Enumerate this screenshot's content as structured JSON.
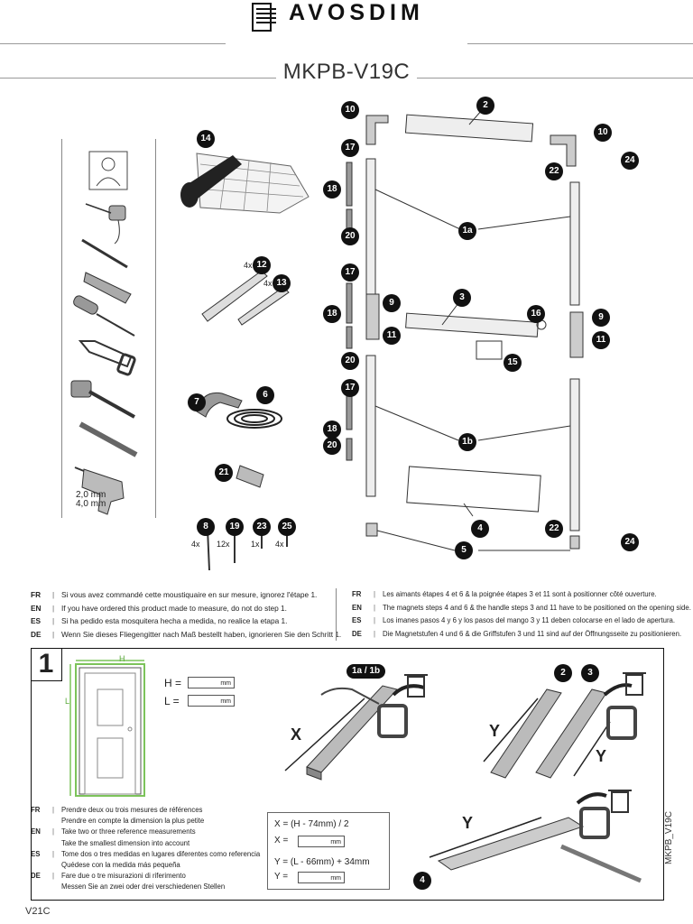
{
  "header": {
    "brand": "AVOSDIM",
    "model": "MKPB-V19C"
  },
  "parts": {
    "p1a": "1a",
    "p1b": "1b",
    "p2": "2",
    "p3": "3",
    "p4": "4",
    "p5": "5",
    "p6": "6",
    "p7": "7",
    "p8": "8",
    "p9": "9",
    "p10": "10",
    "p11": "11",
    "p12": "12",
    "p13": "13",
    "p14": "14",
    "p15": "15",
    "p16": "16",
    "p17": "17",
    "p18": "18",
    "p19": "19",
    "p20": "20",
    "p21": "21",
    "p22": "22",
    "p23": "23",
    "p24": "24",
    "p25": "25"
  },
  "quantities": {
    "q12": "4x",
    "q13": "4x",
    "q8": "4x",
    "q19": "12x",
    "q23": "1x",
    "q25": "4x"
  },
  "drill": {
    "size1": "2,0 mm",
    "size2": "4,0 mm"
  },
  "notes_left": [
    {
      "lang": "FR",
      "text": "Si vous avez commandé cette moustiquaire en sur mesure, ignorez l'étape 1."
    },
    {
      "lang": "EN",
      "text": "If you have ordered this product made to measure, do not do step 1."
    },
    {
      "lang": "ES",
      "text": "Si ha pedido esta mosquitera hecha a medida, no realice la etapa 1."
    },
    {
      "lang": "DE",
      "text": "Wenn Sie dieses Fliegengitter nach Maß bestellt haben, ignorieren Sie den Schritt 1."
    }
  ],
  "notes_right": [
    {
      "lang": "FR",
      "text": "Les aimants étapes 4 et 6 & la poignée étapes 3 et 11 sont à positionner côté ouverture."
    },
    {
      "lang": "EN",
      "text": "The magnets steps 4 and 6 & the handle steps 3 and 11 have to be positioned on the opening side."
    },
    {
      "lang": "ES",
      "text": "Los imanes pasos 4 y 6 y los pasos del mango 3 y 11 deben colocarse en el lado de apertura."
    },
    {
      "lang": "DE",
      "text": "Die Magnetstufen 4 und 6 & die Griffstufen 3 und 11 sind auf der Öffnungsseite zu positionieren."
    }
  ],
  "step1": {
    "number": "1",
    "h_label": "H",
    "l_label": "L",
    "h_field": "H =",
    "l_field": "L =",
    "unit": "mm",
    "measure_notes": [
      {
        "lang": "FR",
        "line1": "Prendre deux ou trois mesures de références",
        "line2": "Prendre en compte la dimension la plus petite"
      },
      {
        "lang": "EN",
        "line1": "Take two or three reference measurements",
        "line2": "Take the smallest dimension into account"
      },
      {
        "lang": "ES",
        "line1": "Tome dos o tres medidas en lugares diferentes como referencia",
        "line2": "Quédese con la medida más pequeña"
      },
      {
        "lang": "DE",
        "line1": "Fare due o tre misurazioni di riferimento",
        "line2": "Messen Sie an zwei oder drei verschiedenen Stellen"
      }
    ],
    "formula_x": "X = (H - 74mm) / 2",
    "x_eq": "X =",
    "formula_y": "Y = (L - 66mm) + 34mm",
    "y_eq": "Y =",
    "cut_x": "X",
    "cut_y": "Y",
    "cut_y2": "Y",
    "cut_y3": "Y",
    "part_tag": "1a / 1b"
  },
  "footer": {
    "left": "V21C",
    "right": "MKPB_V19C"
  }
}
